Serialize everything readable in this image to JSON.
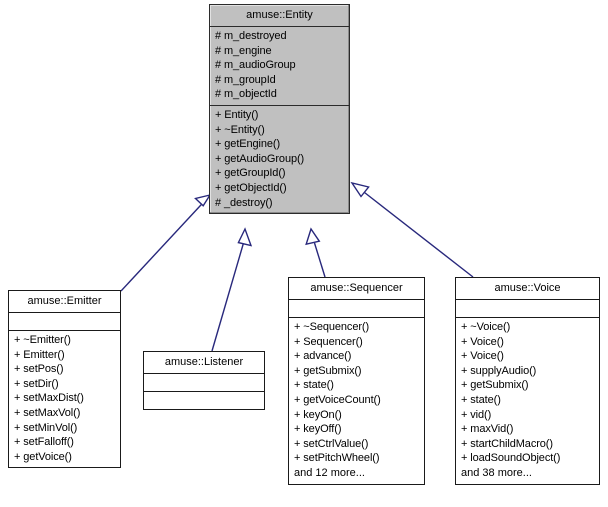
{
  "diagram": {
    "kind": "uml-inheritance-diagram",
    "edge_color": "#28287c",
    "base_fill": "#c0c0c0",
    "derived_fill": "#ffffff",
    "border_color": "#1a1a1a"
  },
  "classes": {
    "entity": {
      "name": "amuse::Entity",
      "attributes": [
        "# m_destroyed",
        "# m_engine",
        "# m_audioGroup",
        "# m_groupId",
        "# m_objectId"
      ],
      "methods": [
        "+ Entity()",
        "+ ~Entity()",
        "+ getEngine()",
        "+ getAudioGroup()",
        "+ getGroupId()",
        "+ getObjectId()",
        "# _destroy()"
      ],
      "more": ""
    },
    "emitter": {
      "name": "amuse::Emitter",
      "attributes": [],
      "methods": [
        "+ ~Emitter()",
        "+ Emitter()",
        "+ setPos()",
        "+ setDir()",
        "+ setMaxDist()",
        "+ setMaxVol()",
        "+ setMinVol()",
        "+ setFalloff()",
        "+ getVoice()"
      ],
      "more": ""
    },
    "listener": {
      "name": "amuse::Listener",
      "attributes": [],
      "methods": [],
      "more": ""
    },
    "sequencer": {
      "name": "amuse::Sequencer",
      "attributes": [],
      "methods": [
        "+ ~Sequencer()",
        "+ Sequencer()",
        "+ advance()",
        "+ getSubmix()",
        "+ state()",
        "+ getVoiceCount()",
        "+ keyOn()",
        "+ keyOff()",
        "+ setCtrlValue()",
        "+ setPitchWheel()"
      ],
      "more": "and 12 more..."
    },
    "voice": {
      "name": "amuse::Voice",
      "attributes": [],
      "methods": [
        "+ ~Voice()",
        "+ Voice()",
        "+ Voice()",
        "+ supplyAudio()",
        "+ getSubmix()",
        "+ state()",
        "+ vid()",
        "+ maxVid()",
        "+ startChildMacro()",
        "+ loadSoundObject()"
      ],
      "more": "and 38 more..."
    }
  },
  "edges": [
    {
      "from": "amuse::Emitter",
      "to": "amuse::Entity",
      "type": "inheritance"
    },
    {
      "from": "amuse::Listener",
      "to": "amuse::Entity",
      "type": "inheritance"
    },
    {
      "from": "amuse::Sequencer",
      "to": "amuse::Entity",
      "type": "inheritance"
    },
    {
      "from": "amuse::Voice",
      "to": "amuse::Entity",
      "type": "inheritance"
    }
  ]
}
